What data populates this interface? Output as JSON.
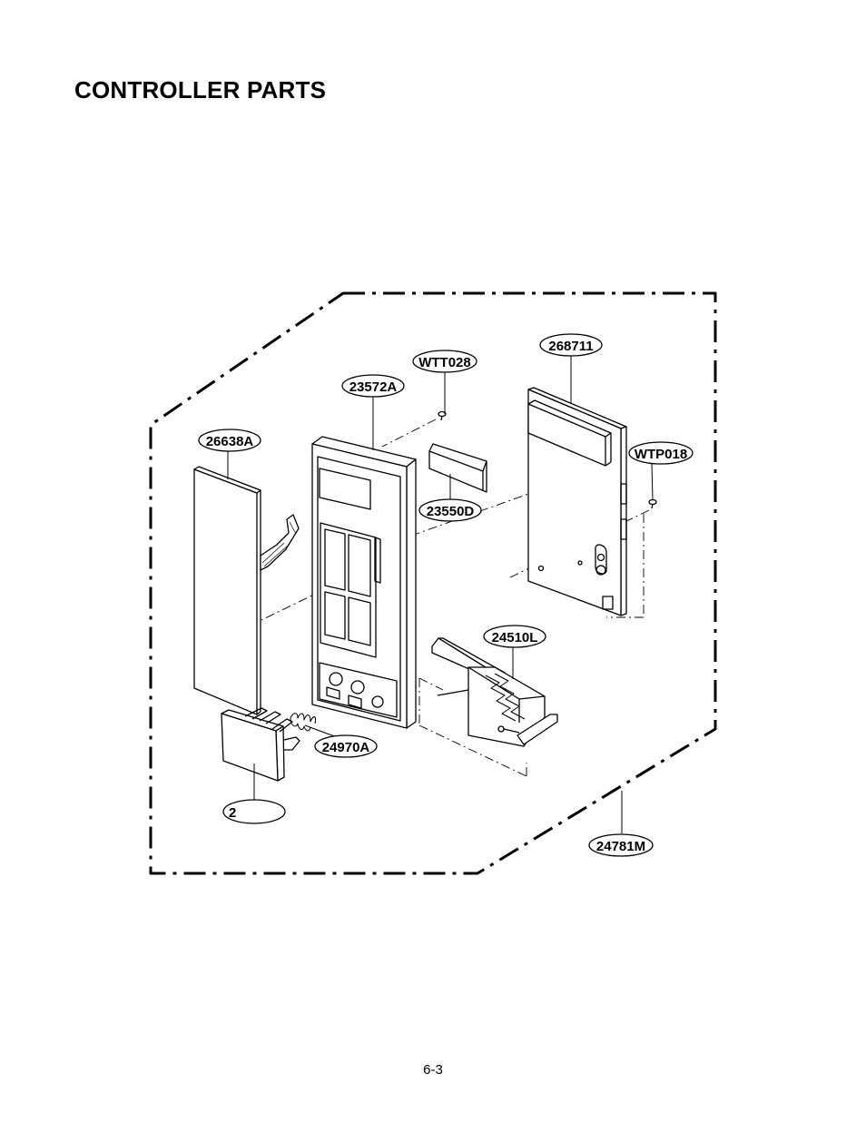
{
  "page": {
    "title": "CONTROLLER PARTS",
    "page_number": "6-3"
  },
  "parts": [
    {
      "id": "p-26638a",
      "label": "26638A"
    },
    {
      "id": "p-23572a",
      "label": "23572A"
    },
    {
      "id": "p-wtt028",
      "label": "WTT028"
    },
    {
      "id": "p-268711",
      "label": "268711"
    },
    {
      "id": "p-wtp018",
      "label": "WTP018"
    },
    {
      "id": "p-23550d",
      "label": "23550D"
    },
    {
      "id": "p-24510l",
      "label": "24510L"
    },
    {
      "id": "p-24970a",
      "label": "24970A"
    },
    {
      "id": "p-2",
      "label": "2"
    },
    {
      "id": "p-24781m",
      "label": "24781M"
    }
  ]
}
